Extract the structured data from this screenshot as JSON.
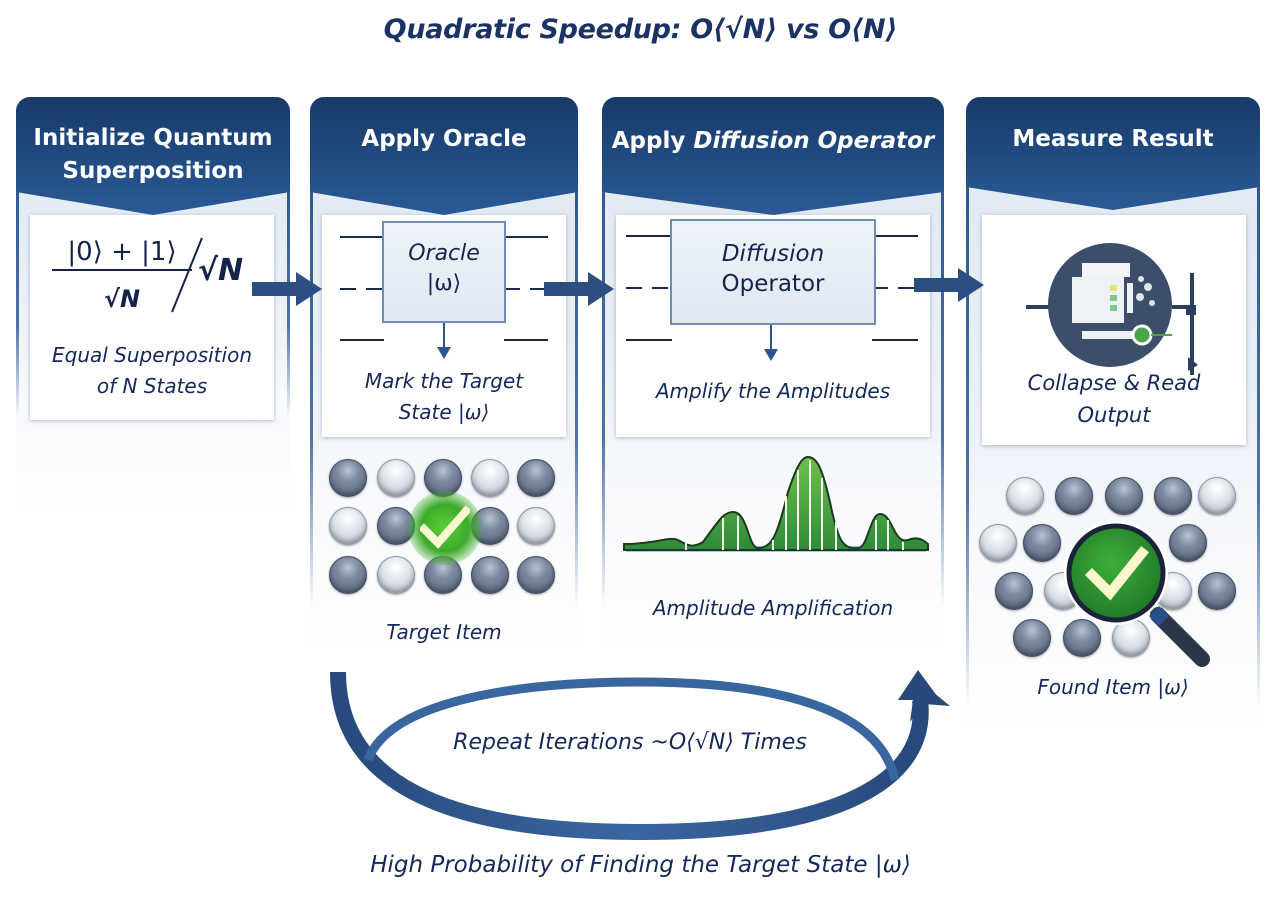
{
  "title": "Quadratic Speedup: O⟨√N⟩ vs O⟨N⟩",
  "colors": {
    "header_blue": "#1f4a80",
    "header_blue_dark": "#173a68",
    "text_navy": "#15285a",
    "accent_green": "#3aa63a",
    "panel_bg": "#e4ebf4"
  },
  "steps": [
    {
      "header_line1": "Initialize Quantum",
      "header_line2": "Superposition",
      "formula_numerator": "|0⟩ + |1⟩",
      "formula_denominator": "√N",
      "formula_right": "√N",
      "caption_line1": "Equal Superposition",
      "caption_line2": "of N States"
    },
    {
      "header": "Apply Oracle",
      "gate_line1": "Oracle",
      "gate_line2": "|ω⟩",
      "caption_line1": "Mark the Target",
      "caption_line2": "State |ω⟩",
      "grid_caption": "Target Item",
      "icon": "check-icon"
    },
    {
      "header_plain": "Apply ",
      "header_italic": "Diffusion Operator",
      "gate_line1": "Diffusion",
      "gate_line2": "Operator",
      "caption": "Amplify the Amplitudes",
      "graph_caption": "Amplitude Amplification"
    },
    {
      "header": "Measure Result",
      "icon": "measurement-device-icon",
      "caption_line1": "Collapse & Read",
      "caption_line2": "Output",
      "found_caption": "Found Item |ω⟩",
      "found_icon": "magnifier-check-icon"
    }
  ],
  "loop": {
    "label": "Repeat Iterations ~O⟨√N⟩ Times"
  },
  "footer": "High Probability of Finding the Target State |ω⟩"
}
